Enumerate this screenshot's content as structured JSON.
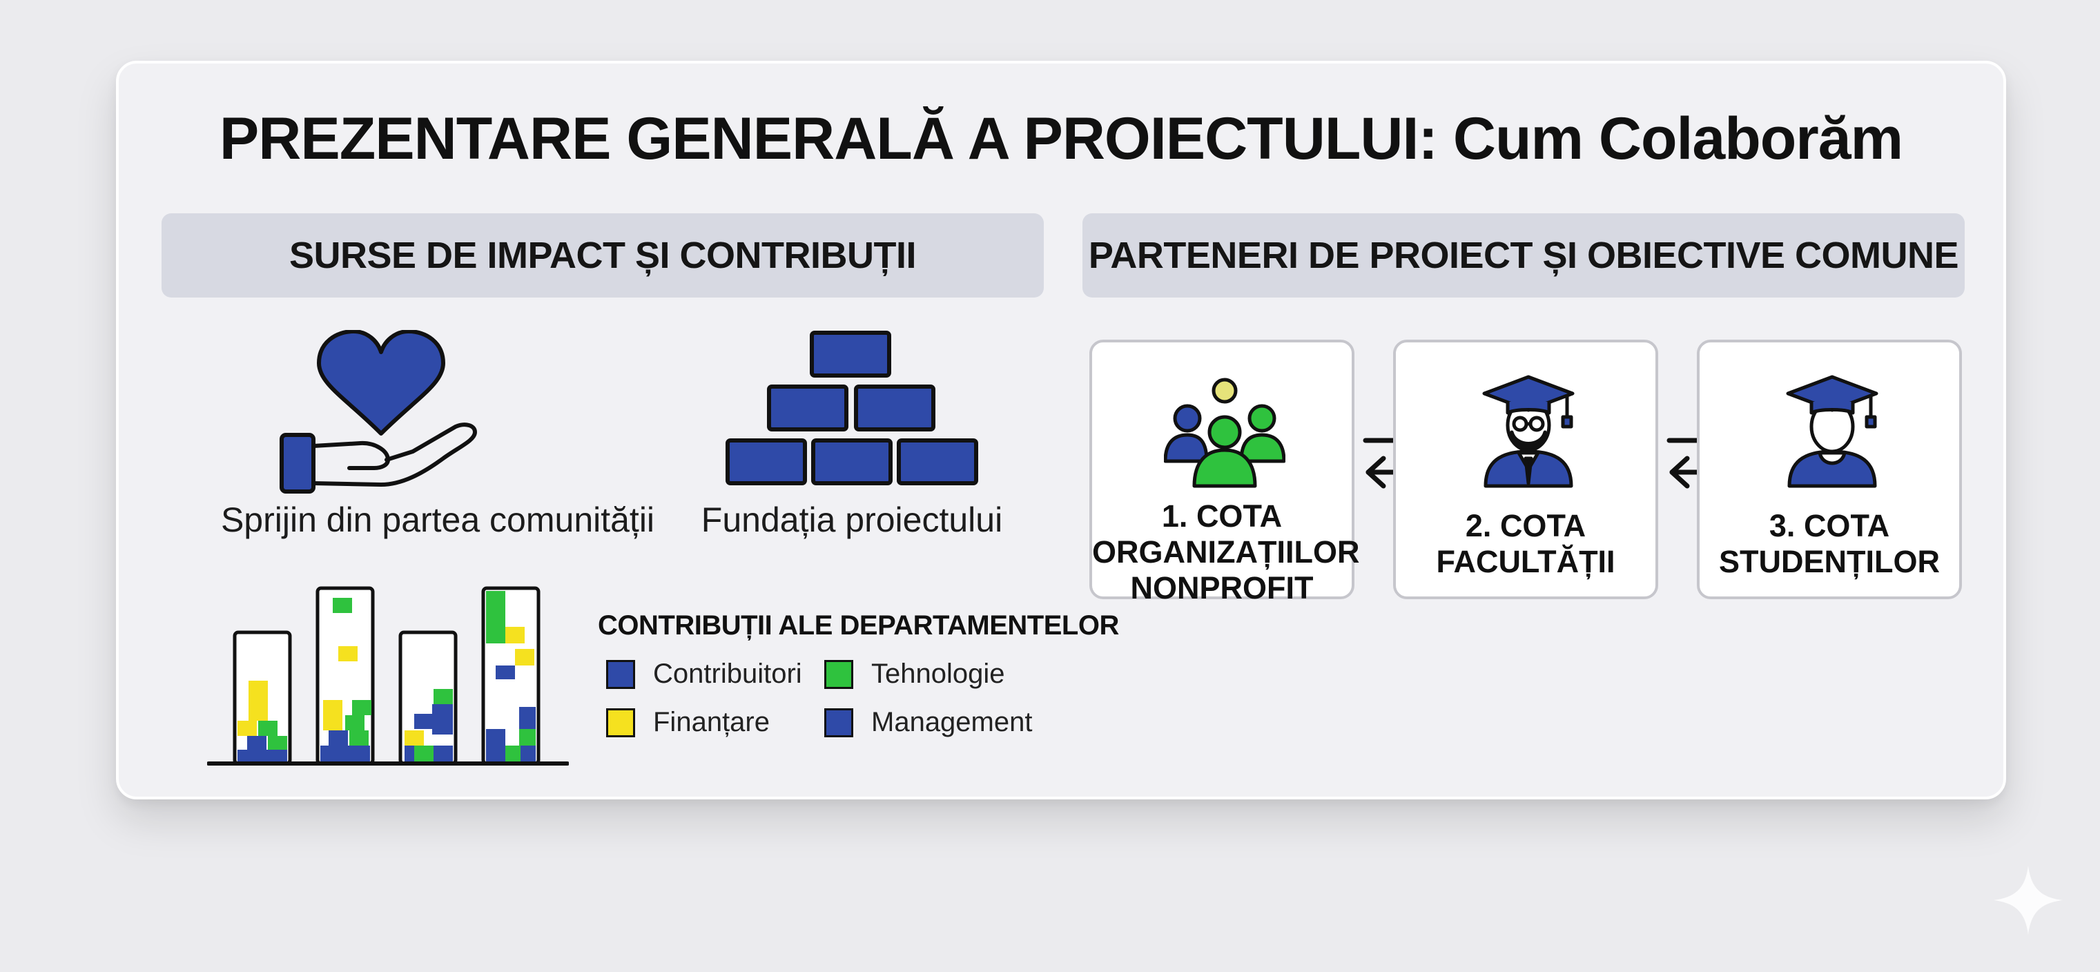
{
  "title": "PREZENTARE GENERALĂ A PROIECTULUI: Cum Colaborăm",
  "left_section": {
    "header": "SURSE DE IMPACT ȘI CONTRIBUȚII",
    "items": [
      {
        "label": "Sprijin din partea comunității",
        "icon": "hand-heart-icon"
      },
      {
        "label": "Fundația proiectului",
        "icon": "brick-pyramid-icon"
      }
    ],
    "legend": {
      "title": "CONTRIBUȚII ALE DEPARTAMENTELOR",
      "items": [
        {
          "label": "Contribuitori",
          "color": "#2f4aa8"
        },
        {
          "label": "Tehnologie",
          "color": "#2fc23e"
        },
        {
          "label": "Finanțare",
          "color": "#f5e11f"
        },
        {
          "label": "Management",
          "color": "#2f4aa8"
        }
      ]
    }
  },
  "right_section": {
    "header": "PARTENERI DE PROIECT ȘI OBIECTIVE COMUNE",
    "partners": [
      {
        "lines": [
          "1. COTA",
          "ORGANIZAȚIILOR",
          "NONPROFIT"
        ],
        "icon": "group-people-icon"
      },
      {
        "lines": [
          "2. COTA",
          "FACULTĂȚII"
        ],
        "icon": "professor-icon"
      },
      {
        "lines": [
          "3. COTA",
          "STUDENȚILOR"
        ],
        "icon": "student-icon"
      }
    ]
  },
  "colors": {
    "blue": "#2f4aa8",
    "green": "#2fc23e",
    "yellow": "#f5e11f",
    "header_bg": "#d7d9e2"
  }
}
